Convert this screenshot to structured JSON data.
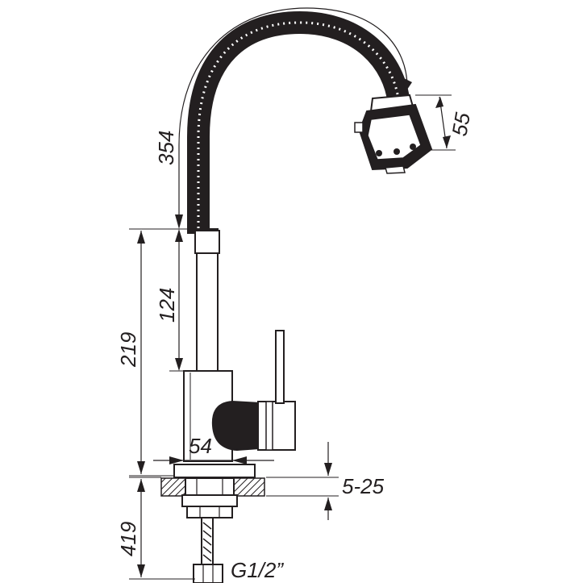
{
  "dimensions": {
    "hose_length": "354",
    "spray_head_height": "55",
    "spout_height": "219",
    "tube_length": "124",
    "body_width": "54",
    "countertop_thickness": "5-25",
    "connection_hose_length": "419",
    "thread_size": "G1/2”"
  },
  "colors": {
    "ink": "#231f20",
    "paper": "#ffffff",
    "hatch": "#231f20"
  },
  "icons": {
    "arrow": "filled-triangle-arrowhead"
  }
}
